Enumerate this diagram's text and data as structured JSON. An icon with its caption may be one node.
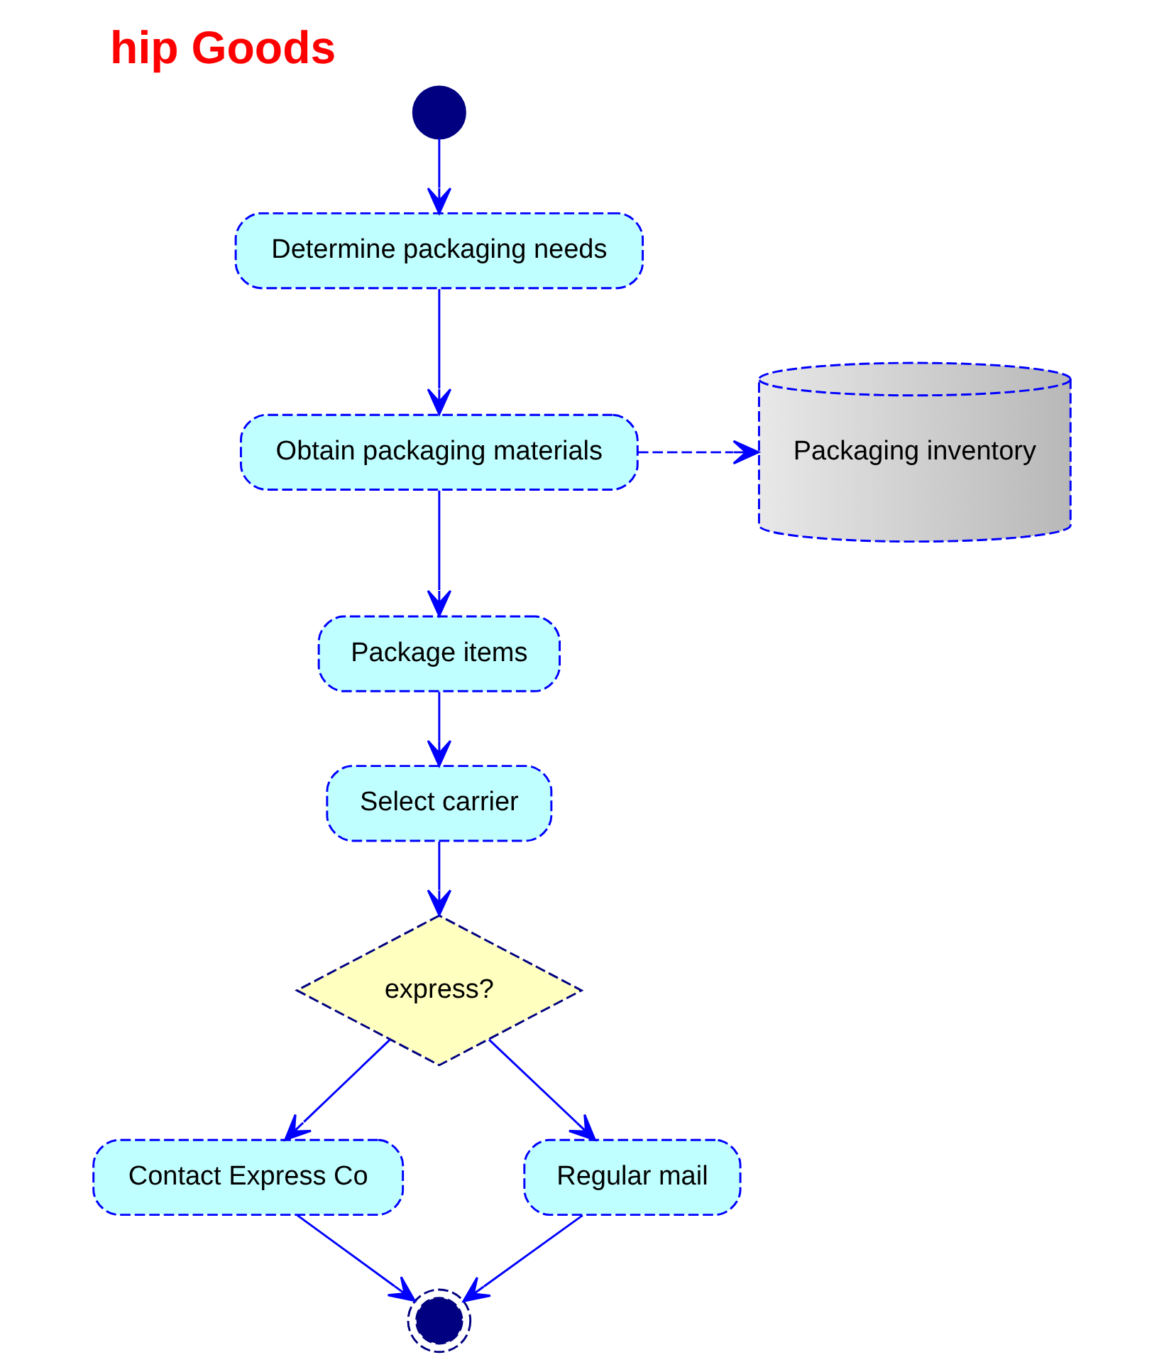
{
  "diagram": {
    "title": "hip Goods",
    "nodes": [
      {
        "text": [],
        "shape": "circle"
      },
      {
        "text": [
          "Determine packaging needs"
        ]
      },
      {
        "text": [
          "Obtain packaging materials"
        ]
      },
      {
        "text": [
          "Packaging inventory"
        ]
      },
      {
        "text": [
          "Package items"
        ]
      },
      {
        "text": [
          "Select carrier"
        ]
      },
      {
        "text": [
          "express?"
        ]
      },
      {
        "text": [
          "Contact Express Co"
        ]
      },
      {
        "text": [
          "Regular mail"
        ]
      },
      {
        "text": [],
        "shape": "circle"
      }
    ],
    "edges": [
      {
        "from": 0,
        "to": 1,
        "arrow": "to"
      },
      {
        "from": 1,
        "to": 2,
        "arrow": "to"
      },
      {
        "from": 2,
        "to": 3,
        "arrow": "to",
        "style": "dashed"
      },
      {
        "from": 2,
        "to": 4,
        "arrow": "to"
      },
      {
        "from": 4,
        "to": 5,
        "arrow": "to"
      },
      {
        "from": 5,
        "to": 6,
        "arrow": "to"
      },
      {
        "from": 6,
        "to": 7,
        "arrow": "to"
      },
      {
        "from": 6,
        "to": 8,
        "arrow": "to"
      },
      {
        "from": 7,
        "to": 9,
        "arrow": "to"
      },
      {
        "from": 8,
        "to": 9,
        "arrow": "to"
      }
    ]
  }
}
